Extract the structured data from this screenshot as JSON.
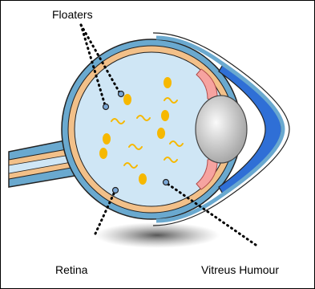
{
  "labels": {
    "floaters": "Floaters",
    "retina": "Retina",
    "vitreous": "Vitreus Humour"
  },
  "colors": {
    "sclera": "#6aa9cf",
    "choroid": "#f2c089",
    "retina": "#f6a3a0",
    "vitreous": "#cfe6f5",
    "lens": "#d8d8d8",
    "cornea": "#2f6fd6",
    "floater": "#f6b800",
    "pointer": "#7aa7d6"
  }
}
